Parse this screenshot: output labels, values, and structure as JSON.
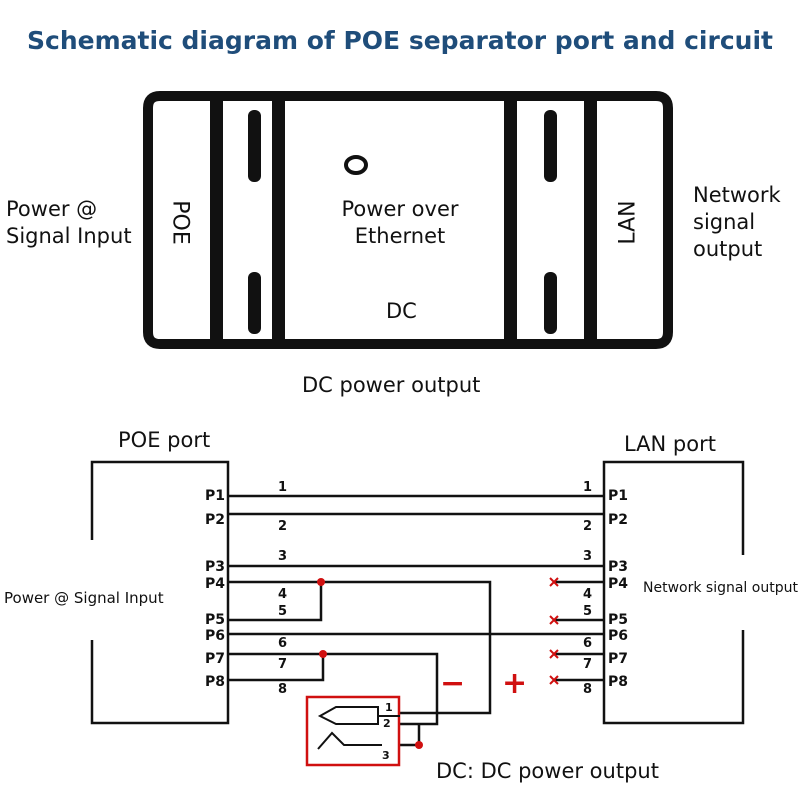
{
  "title": "Schematic diagram of POE separator port and circuit",
  "device": {
    "poe_label": "POE",
    "lan_label": "LAN",
    "center_line1": "Power  over",
    "center_line2": "Ethernet",
    "dc_label": "DC"
  },
  "labels": {
    "left_input_line1": "Power @",
    "left_input_line2": "Signal Input",
    "right_output_line1": "Network",
    "right_output_line2": "signal",
    "right_output_line3": "output",
    "dc_power_output": "DC power output"
  },
  "circuit": {
    "poe_port_title": "POE port",
    "lan_port_title": "LAN port",
    "left_input": "Power @ Signal Input",
    "right_output": "Network signal output",
    "dc_output": "DC: DC power output",
    "minus": "−",
    "plus": "+",
    "pins": [
      "P1",
      "P2",
      "P3",
      "P4",
      "P5",
      "P6",
      "P7",
      "P8"
    ],
    "wire_numbers": [
      "1",
      "2",
      "3",
      "4",
      "5",
      "6",
      "7",
      "8"
    ],
    "jack_pins": [
      "1",
      "2",
      "3"
    ],
    "colors": {
      "line": "#111111",
      "dot": "#d01010",
      "box": "#d01010",
      "title": "#1f4d7a"
    }
  }
}
